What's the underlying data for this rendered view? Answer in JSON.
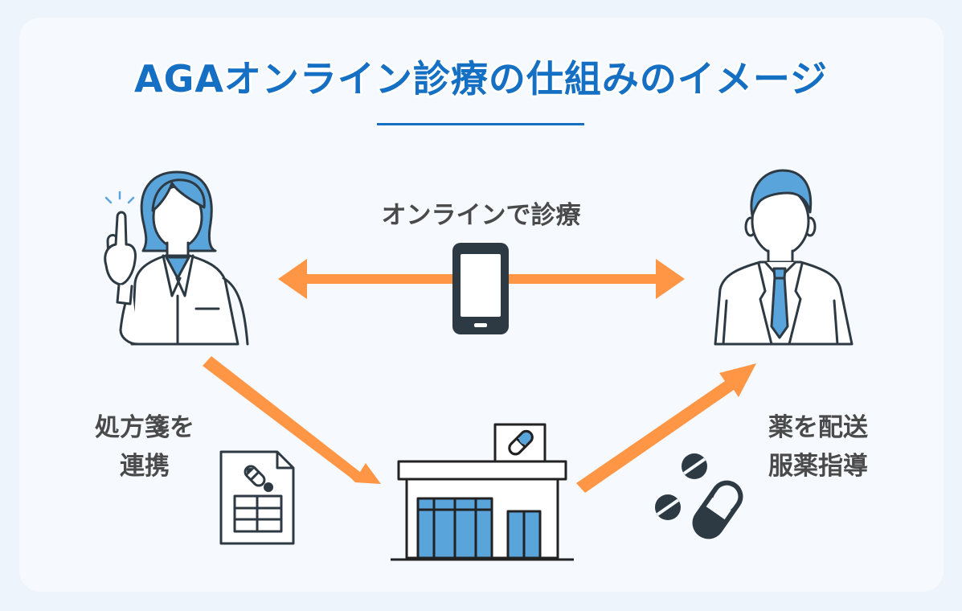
{
  "title": "AGAオンライン診療の仕組みのイメージ",
  "flows": {
    "consultation": "オンラインで診療",
    "prescription": [
      "処方箋を",
      "連携"
    ],
    "delivery": [
      "薬を配送",
      "服薬指導"
    ]
  },
  "colors": {
    "title": "#1570c4",
    "arrow": "#ff9646",
    "accent_blue": "#5aa4dc",
    "dark": "#2e3a43",
    "label": "#4a4a4a"
  },
  "icons": [
    "doctor-icon",
    "patient-icon",
    "smartphone-icon",
    "pharmacy-icon",
    "prescription-document-icon",
    "medicine-icon"
  ]
}
